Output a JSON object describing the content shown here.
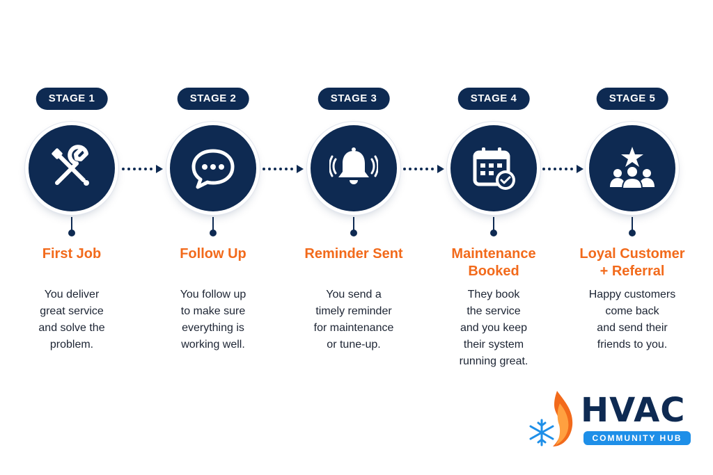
{
  "stages": [
    {
      "badge": "STAGE 1",
      "title": "First Job",
      "desc": "You deliver\ngreat service\nand solve the\nproblem.",
      "icon": "wrench-screwdriver-icon"
    },
    {
      "badge": "STAGE 2",
      "title": "Follow Up",
      "desc": "You follow up\nto make sure\neverything is\nworking well.",
      "icon": "chat-bubble-icon"
    },
    {
      "badge": "STAGE 3",
      "title": "Reminder Sent",
      "desc": "You send a\ntimely reminder\nfor maintenance\nor tune-up.",
      "icon": "bell-icon"
    },
    {
      "badge": "STAGE 4",
      "title": "Maintenance\nBooked",
      "desc": "They book\nthe service\nand you keep\ntheir system\nrunning great.",
      "icon": "calendar-check-icon"
    },
    {
      "badge": "STAGE 5",
      "title": "Loyal Customer\n+ Referral",
      "desc": "Happy customers\ncome back\nand send their\nfriends to you.",
      "icon": "star-people-icon"
    }
  ],
  "logo": {
    "word": "HVAC",
    "sub": "COMMUNITY HUB"
  },
  "colors": {
    "navy": "#0e2a52",
    "orange": "#f26a1b",
    "blue": "#1e8fe8"
  }
}
